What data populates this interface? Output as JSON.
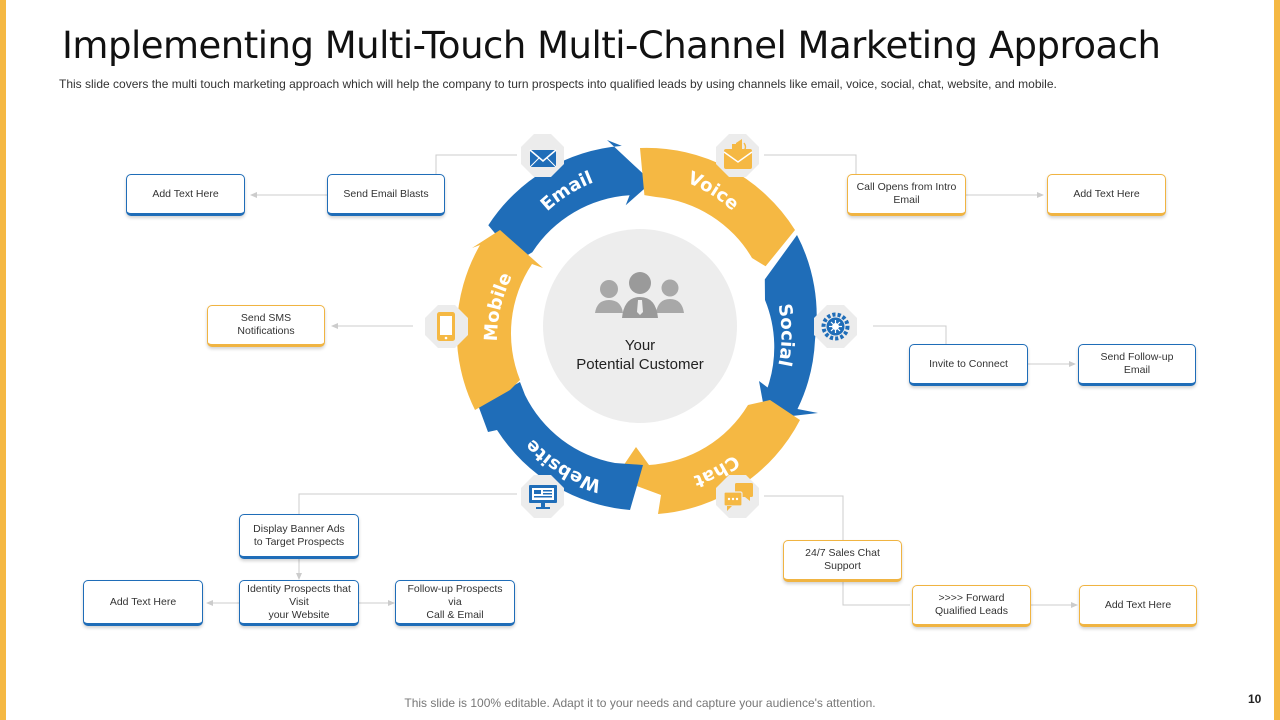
{
  "title": "Implementing Multi-Touch Multi-Channel Marketing Approach",
  "subtitle": "This slide covers the multi touch marketing approach which will help the company to turn prospects into qualified leads by using channels like email, voice, social, chat, website, and mobile.",
  "center": {
    "label": "Your\nPotential Customer",
    "icon": "people-group-icon"
  },
  "colors": {
    "blue": "#1F6DB8",
    "yellow": "#F5B843",
    "gray": "#EDEDED"
  },
  "channels": [
    {
      "label": "Email",
      "color": "blue",
      "icon": "mail-icon"
    },
    {
      "label": "Voice",
      "color": "yellow",
      "icon": "voice-mail-icon"
    },
    {
      "label": "Social",
      "color": "blue",
      "icon": "network-icon"
    },
    {
      "label": "Chat",
      "color": "yellow",
      "icon": "chat-bubbles-icon"
    },
    {
      "label": "Website",
      "color": "blue",
      "icon": "monitor-icon"
    },
    {
      "label": "Mobile",
      "color": "yellow",
      "icon": "smartphone-icon"
    }
  ],
  "boxes": {
    "email_action": "Send Email  Blasts",
    "email_result": "Add Text Here",
    "voice_action": "Call Opens from Intro\nEmail",
    "voice_result": "Add Text Here",
    "mobile_action": "Send SMS\nNotifications",
    "social_action": "Invite  to Connect",
    "social_result": "Send Follow-up\nEmail",
    "website_banner": "Display Banner Ads\nto Target Prospects",
    "website_identify": "Identity Prospects that\nVisit\nyour Website",
    "website_followup": "Follow-up Prospects via\nCall & Email",
    "website_result": "Add Text Here",
    "chat_support": "24/7 Sales Chat\nSupport",
    "chat_forward": ">>>> Forward\nQualified Leads",
    "chat_result": "Add Text Here"
  },
  "footer": "This slide is 100% editable. Adapt it to your needs and capture your audience's attention.",
  "page_number": "10"
}
